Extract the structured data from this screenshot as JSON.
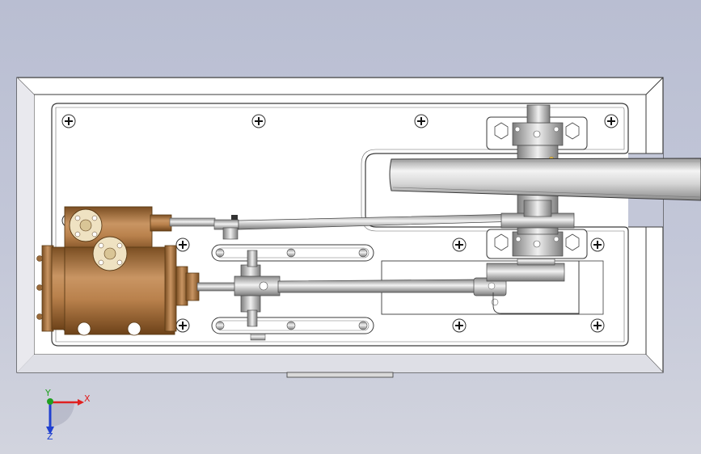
{
  "viewport": {
    "background_top": "#b9bed2",
    "background_bottom": "#d2d4de"
  },
  "model": {
    "base_color": "#ffffff",
    "base_edge_color": "#4a4a4a",
    "brass_color": "#b8875a",
    "steel_color": "#c8c8c8",
    "flywheel_color": "#d8d8d8"
  },
  "triad": {
    "x_label": "X",
    "y_label": "Y",
    "z_label": "Z",
    "x_color": "#e02020",
    "y_color": "#20a020",
    "z_color": "#2040d0"
  }
}
